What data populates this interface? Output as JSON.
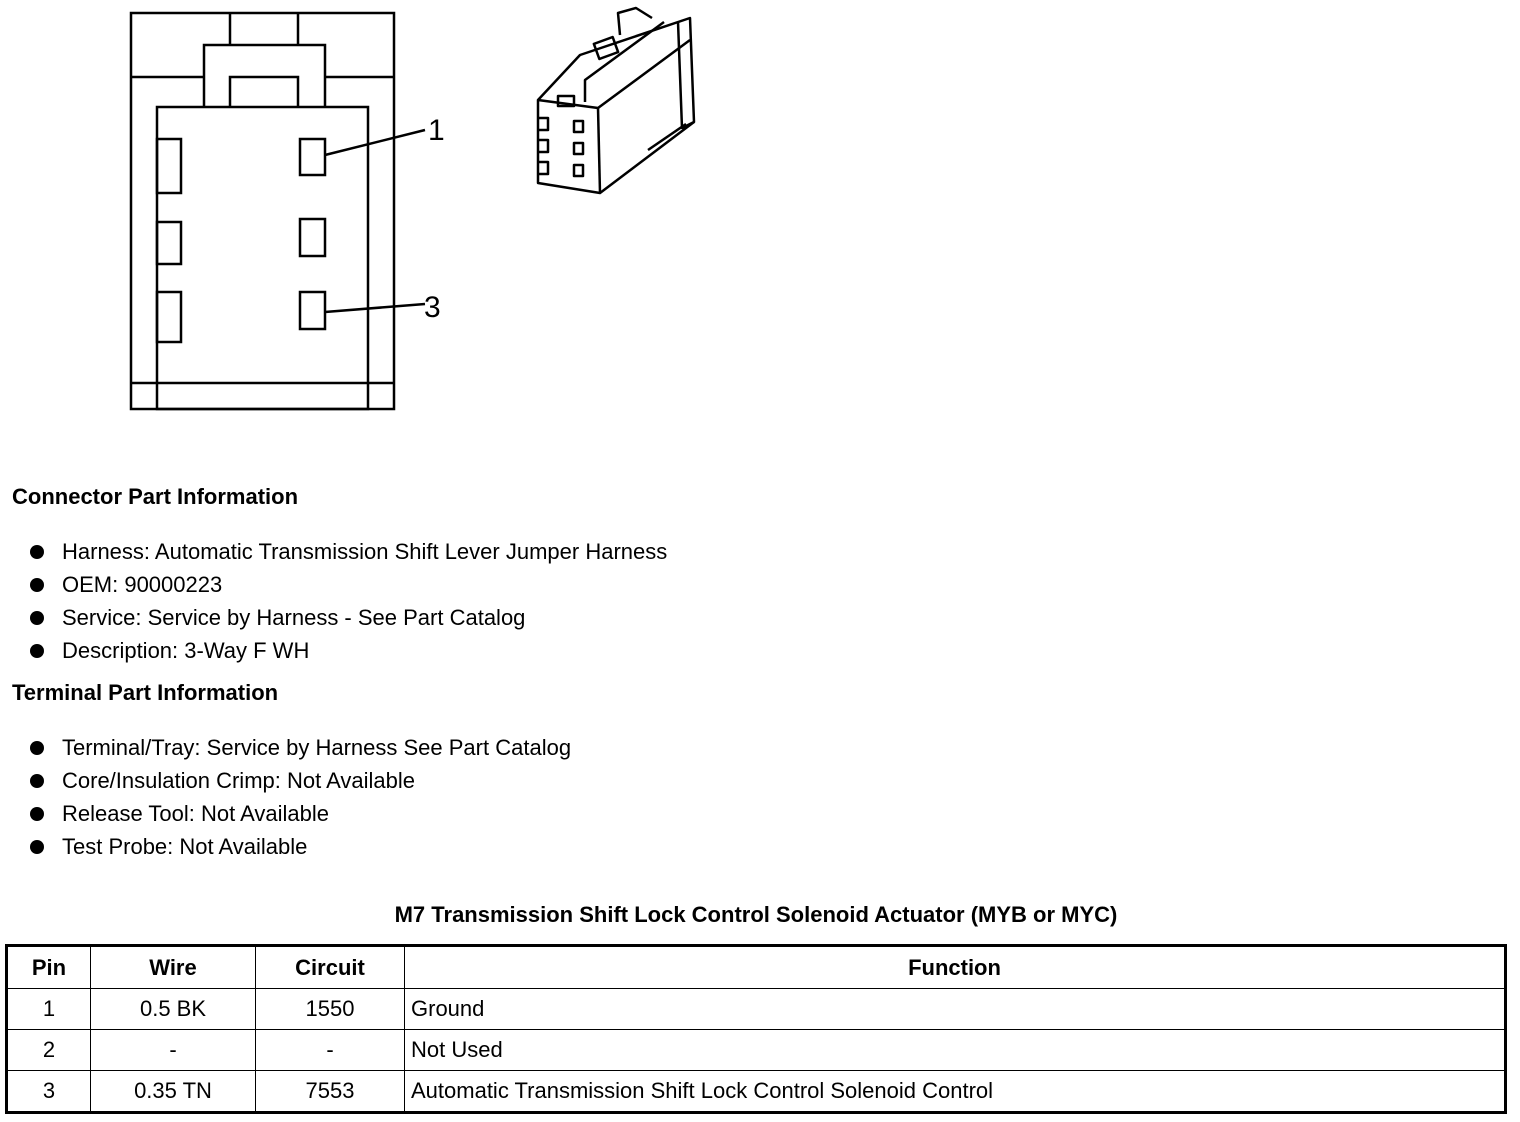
{
  "diagram": {
    "callout_1": "1",
    "callout_3": "3"
  },
  "connector_section": {
    "title": "Connector Part Information",
    "items": [
      "Harness: Automatic Transmission Shift Lever Jumper Harness",
      "OEM: 90000223",
      "Service: Service by Harness - See Part Catalog",
      "Description: 3-Way F WH"
    ]
  },
  "terminal_section": {
    "title": "Terminal Part Information",
    "items": [
      "Terminal/Tray: Service by Harness See Part Catalog",
      "Core/Insulation Crimp: Not Available",
      "Release Tool: Not Available",
      "Test Probe: Not Available"
    ]
  },
  "table": {
    "title": "M7 Transmission Shift Lock Control Solenoid Actuator (MYB or MYC)",
    "headers": {
      "pin": "Pin",
      "wire": "Wire",
      "circuit": "Circuit",
      "function": "Function"
    },
    "rows": [
      {
        "pin": "1",
        "wire": "0.5 BK",
        "circuit": "1550",
        "function": "Ground"
      },
      {
        "pin": "2",
        "wire": "-",
        "circuit": "-",
        "function": "Not Used"
      },
      {
        "pin": "3",
        "wire": "0.35 TN",
        "circuit": "7553",
        "function": "Automatic Transmission Shift Lock Control Solenoid Control"
      }
    ]
  }
}
